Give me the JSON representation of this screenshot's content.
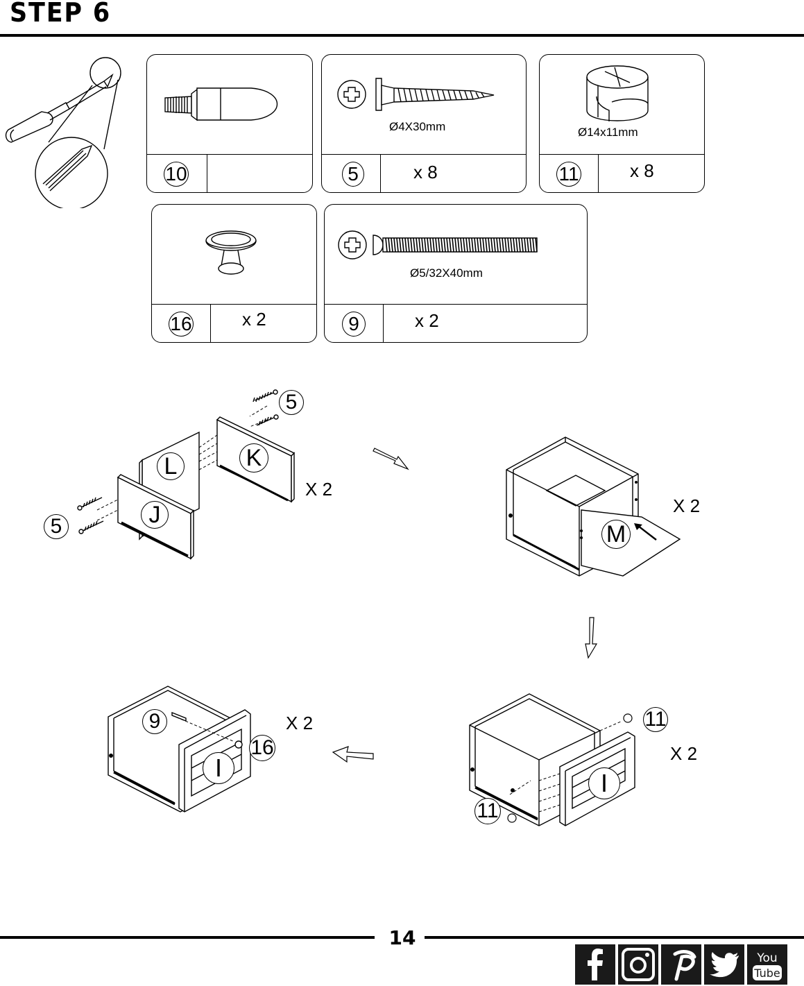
{
  "header": {
    "title": "STEP 6"
  },
  "parts": [
    {
      "id": "10",
      "qty": "",
      "dimension": ""
    },
    {
      "id": "5",
      "qty": "x 8",
      "dimension": "Ø4X30mm"
    },
    {
      "id": "11",
      "qty": "x 8",
      "dimension": "Ø14x11mm"
    },
    {
      "id": "16",
      "qty": "x  2",
      "dimension": ""
    },
    {
      "id": "9",
      "qty": "x 2",
      "dimension": "Ø5/32X40mm"
    }
  ],
  "diagram": {
    "panel1": {
      "callout_a": "5",
      "callout_b": "5",
      "label_l": "L",
      "label_k": "K",
      "label_j": "J",
      "multiplier": "X 2"
    },
    "panel2": {
      "label_m": "M",
      "multiplier": "X 2"
    },
    "panel3": {
      "callout_a": "11",
      "callout_b": "11",
      "label_i": "I",
      "multiplier": "X 2"
    },
    "panel4": {
      "callout_a": "9",
      "callout_b": "16",
      "label_i": "I",
      "multiplier": "X 2"
    }
  },
  "footer": {
    "page_number": "14",
    "social_icons": [
      "facebook-icon",
      "instagram-icon",
      "pinterest-icon",
      "twitter-icon",
      "youtube-icon"
    ],
    "youtube_text_top": "You",
    "youtube_text_bottom": "Tube"
  }
}
